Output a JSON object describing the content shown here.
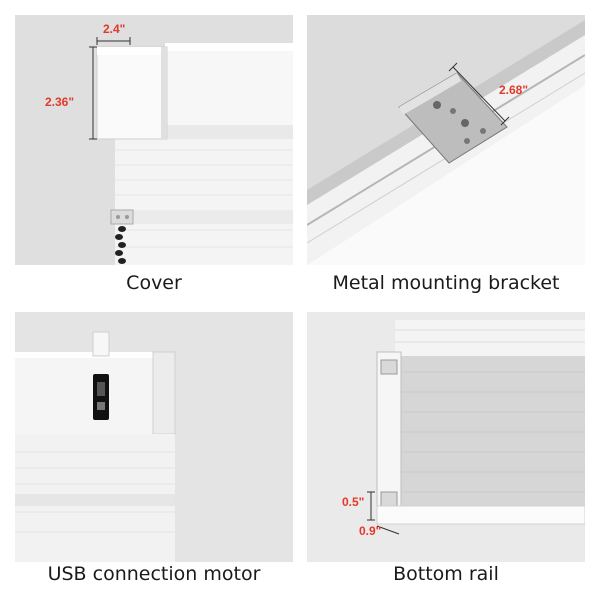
{
  "panels": [
    {
      "caption": "Cover",
      "dimensions": [
        "2.4\"",
        "2.36\""
      ]
    },
    {
      "caption": "Metal mounting bracket",
      "dimensions": [
        "2.68\""
      ]
    },
    {
      "caption": "USB connection motor",
      "dimensions": []
    },
    {
      "caption": "Bottom rail",
      "dimensions": [
        "0.5\"",
        "0.9\""
      ]
    }
  ],
  "colors": {
    "dimension_text": "#e23a2a",
    "panel_background": "#e6e6e6",
    "caption_text": "#1a1a1a"
  }
}
